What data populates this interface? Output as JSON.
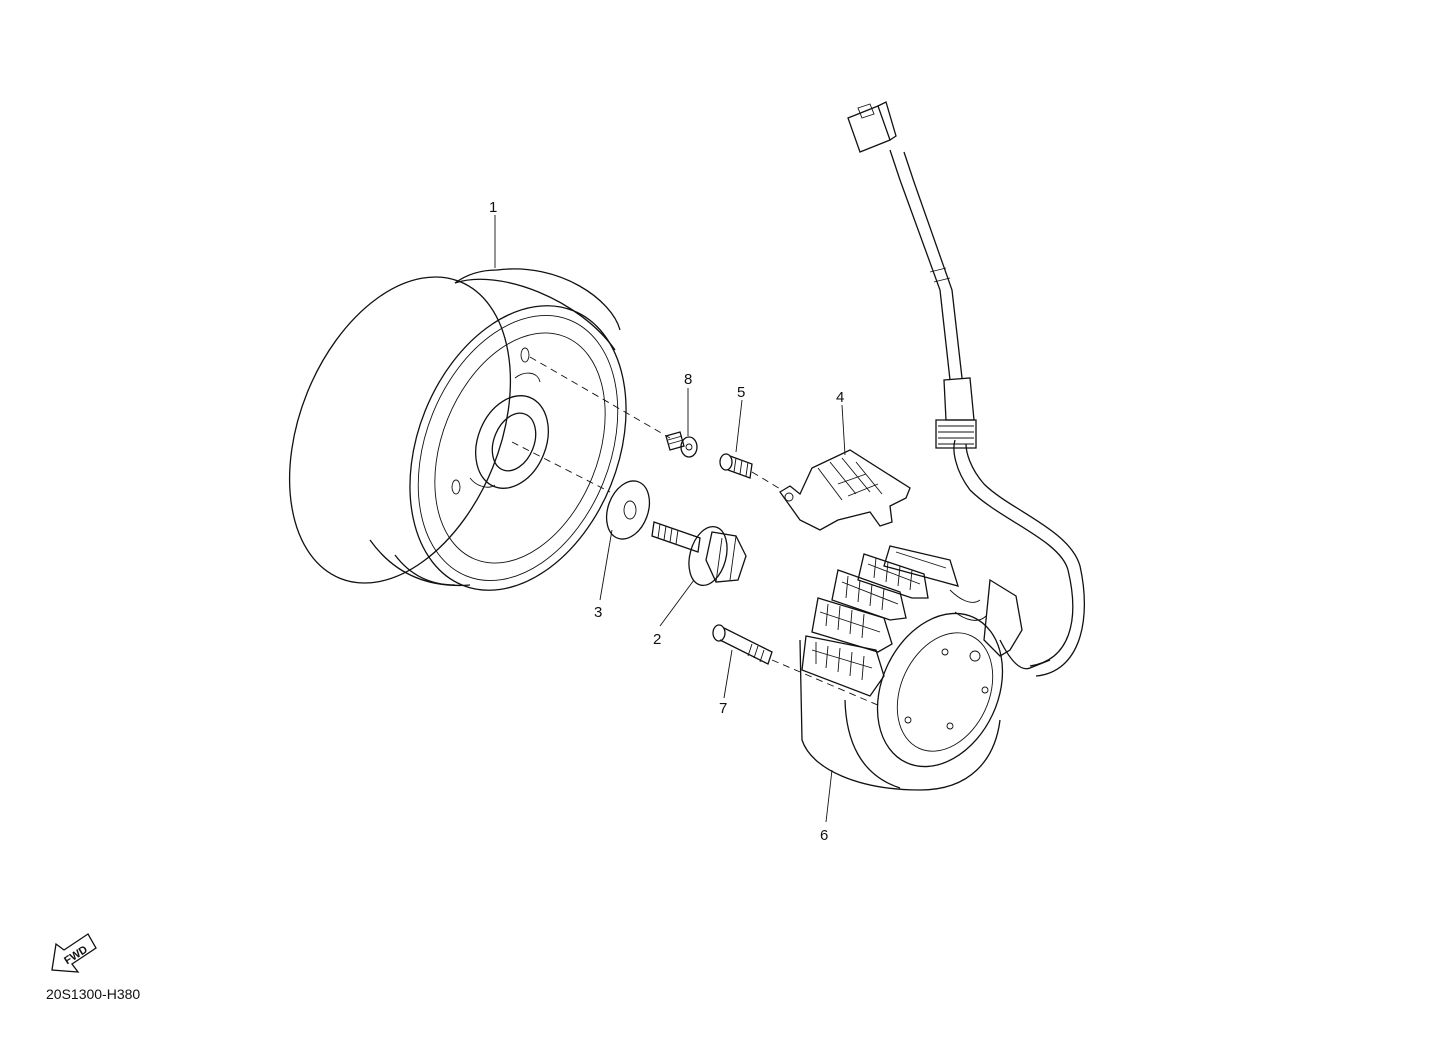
{
  "callouts": [
    {
      "id": "1",
      "label": "1"
    },
    {
      "id": "2",
      "label": "2"
    },
    {
      "id": "3",
      "label": "3"
    },
    {
      "id": "4",
      "label": "4"
    },
    {
      "id": "5",
      "label": "5"
    },
    {
      "id": "6",
      "label": "6"
    },
    {
      "id": "7",
      "label": "7"
    },
    {
      "id": "8",
      "label": "8"
    }
  ],
  "fwd_label": "FWD",
  "diagram_code": "20S1300-H380",
  "colors": {
    "line": "#111111",
    "background": "#ffffff"
  }
}
